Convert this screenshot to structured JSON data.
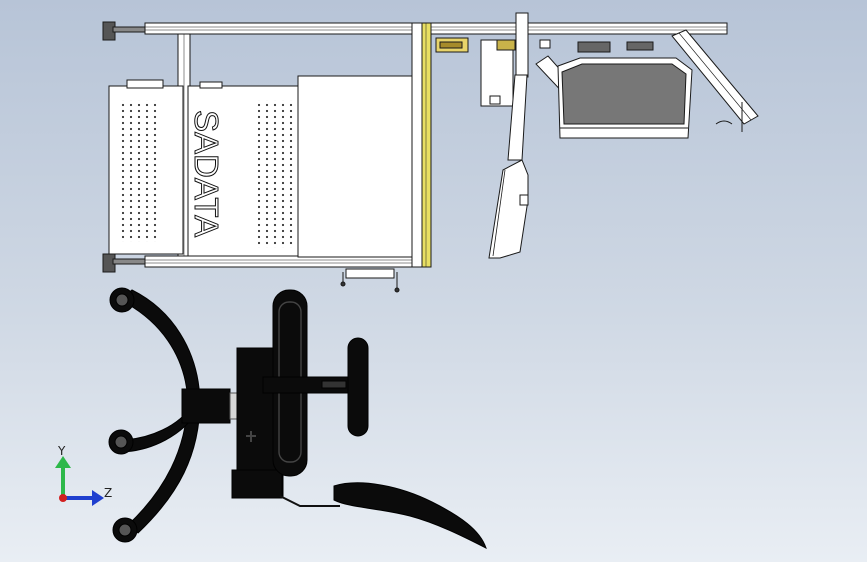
{
  "model": {
    "brand_text": "SADATA"
  },
  "triad": {
    "y_label": "Y",
    "z_label": "Z"
  },
  "colors": {
    "background_top": "#b7c4d7",
    "background_bottom": "#e9eef4",
    "outline": "#1a1a1a",
    "part_fill": "#ffffff",
    "rail_accent": "#e8df63",
    "chair_black": "#0b0b0b",
    "axis_y": "#2db84a",
    "axis_z": "#1f3fcf",
    "axis_x": "#d21f1f"
  },
  "icons": {
    "triad": "coordinate-triad-icon"
  }
}
